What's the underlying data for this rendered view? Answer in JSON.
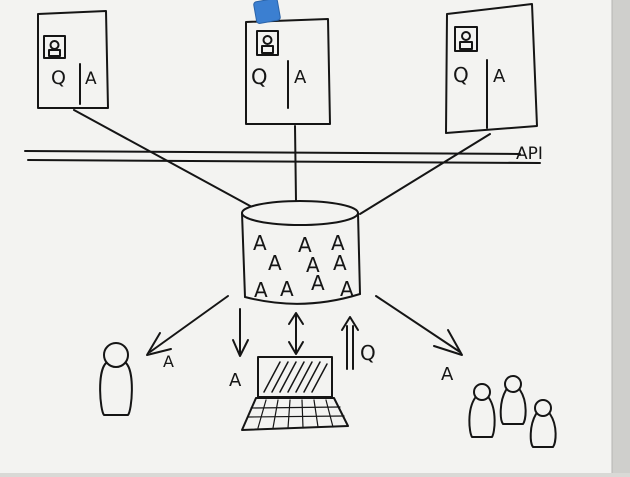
{
  "cards": [
    {
      "q": "Q",
      "a": "A"
    },
    {
      "q": "Q",
      "a": "A"
    },
    {
      "q": "Q",
      "a": "A"
    }
  ],
  "api_label": "API",
  "db_letters": [
    "A",
    "A",
    "A",
    "A",
    "A",
    "A",
    "A",
    "A",
    "A",
    "A"
  ],
  "flows": {
    "left_label": "A",
    "down_label": "A",
    "up_label": "Q",
    "right_label": "A"
  },
  "colors": {
    "board": "#f3f3f1",
    "ink": "#151515",
    "tape": "#3b7fd1",
    "wall": "#d9d9d6"
  }
}
